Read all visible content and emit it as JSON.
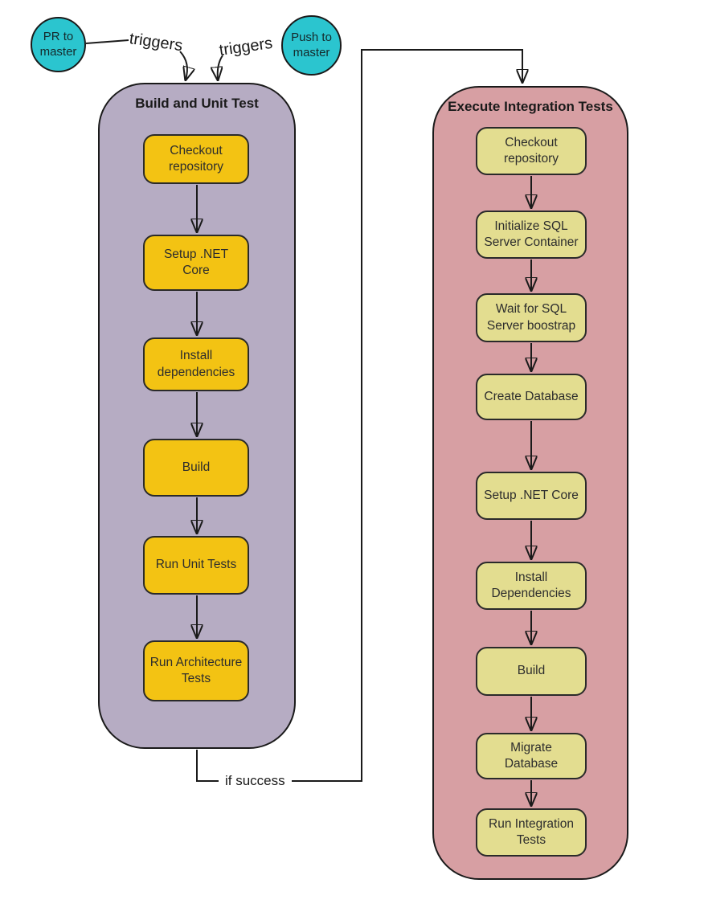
{
  "colors": {
    "trigger_node_fill": "#2BC5CF",
    "build_stage_fill": "#B6ACC3",
    "build_step_fill": "#F3C313",
    "integration_stage_fill": "#D79FA3",
    "integration_step_fill": "#E3DD90",
    "line_color": "#1a1a1a"
  },
  "trigger_nodes": [
    {
      "label": "PR to master"
    },
    {
      "label": "Push to master"
    }
  ],
  "edge_labels": {
    "pr_trigger": "triggers",
    "push_trigger": "triggers",
    "success": "if success"
  },
  "pipelines": [
    {
      "title": "Build and Unit Test",
      "steps": [
        {
          "label": "Checkout repository"
        },
        {
          "label": "Setup .NET Core"
        },
        {
          "label": "Install dependencies"
        },
        {
          "label": "Build"
        },
        {
          "label": "Run Unit Tests"
        },
        {
          "label": "Run Architecture Tests"
        }
      ]
    },
    {
      "title": "Execute Integration Tests",
      "steps": [
        {
          "label": "Checkout repository"
        },
        {
          "label": "Initialize SQL Server Container"
        },
        {
          "label": "Wait for SQL Server boostrap"
        },
        {
          "label": "Create Database"
        },
        {
          "label": "Setup .NET Core"
        },
        {
          "label": "Install Dependencies"
        },
        {
          "label": "Build"
        },
        {
          "label": "Migrate Database"
        },
        {
          "label": "Run Integration Tests"
        }
      ]
    }
  ]
}
